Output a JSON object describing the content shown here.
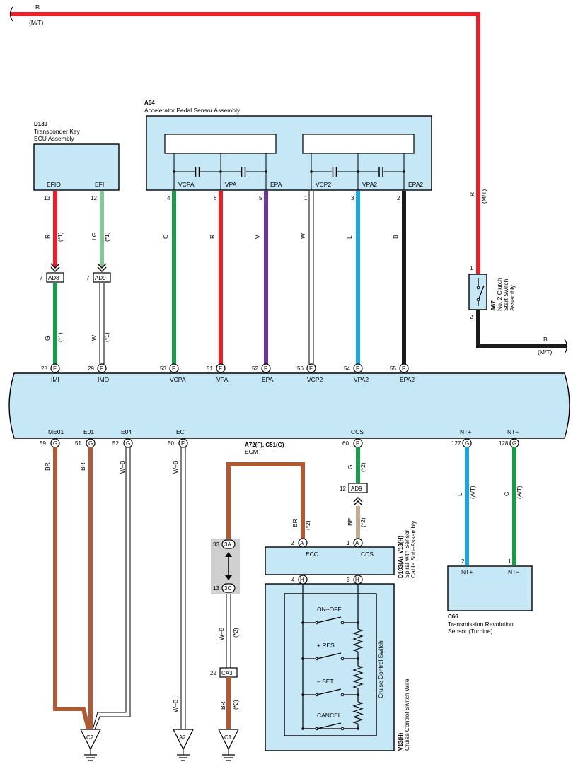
{
  "top": {
    "wire_color": "R",
    "mt_left": "(M/T)",
    "mt_right": "(M/T)"
  },
  "bottom_right": {
    "wire_color": "B",
    "mt": "(M/T)"
  },
  "d139": {
    "code": "D139",
    "name1": "Transponder Key",
    "name2": "ECU Assembly",
    "pin_efio": "EFIO",
    "pin_efii": "EFII"
  },
  "a64": {
    "code": "A64",
    "name": "Accelerator Pedal Sensor Assembly",
    "pins": [
      {
        "label": "VCPA",
        "num": "4",
        "wire": "G"
      },
      {
        "label": "VPA",
        "num": "6",
        "wire": "R"
      },
      {
        "label": "EPA",
        "num": "5",
        "wire": "V"
      },
      {
        "label": "VCP2",
        "num": "1",
        "wire": "W"
      },
      {
        "label": "VPA2",
        "num": "3",
        "wire": "L"
      },
      {
        "label": "EPA2",
        "num": "2",
        "wire": "B"
      }
    ]
  },
  "transponder_wires": {
    "efio_num": "13",
    "efio_wire": "R",
    "efio_note": "(*1)",
    "efii_num": "12",
    "efii_wire": "LG",
    "efii_note": "(*1)",
    "ad8_pin": "7",
    "ad8": "AD8",
    "ad9_pin": "7",
    "ad9": "AD9",
    "lower_left_wire": "G",
    "lower_left_note": "(*1)",
    "lower_right_wire": "W",
    "lower_right_note": "(*1)"
  },
  "a67": {
    "code": "A67",
    "name1": "No. 2 Clutch",
    "name2": "Start Switch",
    "name3": "Assembly",
    "pin1": "1",
    "pin2": "2",
    "wire": "R",
    "wire_note": "(M/T)"
  },
  "ecm": {
    "code": "A72(F), C51(G)",
    "name": "ECM",
    "top_pins": [
      {
        "num": "28",
        "conn": "F",
        "label": "IMI"
      },
      {
        "num": "29",
        "conn": "F",
        "label": "IMO"
      },
      {
        "num": "53",
        "conn": "F",
        "label": "VCPA"
      },
      {
        "num": "51",
        "conn": "F",
        "label": "VPA"
      },
      {
        "num": "52",
        "conn": "F",
        "label": "EPA"
      },
      {
        "num": "56",
        "conn": "F",
        "label": "VCP2"
      },
      {
        "num": "54",
        "conn": "F",
        "label": "VPA2"
      },
      {
        "num": "55",
        "conn": "F",
        "label": "EPA2"
      }
    ],
    "bottom_pins": [
      {
        "num": "59",
        "conn": "G",
        "label": "ME01"
      },
      {
        "num": "51",
        "conn": "G",
        "label": "E01"
      },
      {
        "num": "52",
        "conn": "G",
        "label": "E04"
      },
      {
        "num": "50",
        "conn": "F",
        "label": "EC"
      },
      {
        "num": "60",
        "conn": "F",
        "label": "CCS"
      },
      {
        "num": "127",
        "conn": "G",
        "label": "NT+"
      },
      {
        "num": "128",
        "conn": "G",
        "label": "NT−"
      }
    ]
  },
  "lower_wires": {
    "me01_wire": "BR",
    "e01_wire": "BR",
    "e04_wire": "W–B",
    "ec_wire_top": "W–B",
    "ec_wire_bottom": "W–B",
    "ccs_wire": "G",
    "ccs_note": "(*2)",
    "ad9_pin": "12",
    "ad9": "AD9",
    "be_wire": "BE",
    "be_note": "(*2)",
    "ecc_wire": "BR",
    "ecc_note": "(*2)",
    "jc_top_num": "33",
    "jc_top": "3A",
    "jc_bot_num": "13",
    "jc_bot": "3C",
    "wb_wire": "W–B",
    "wb_note": "(*2)",
    "ca3_pin": "22",
    "ca3": "CA3",
    "br_wire": "BR",
    "br_note": "(*2)"
  },
  "d103": {
    "code": "D103(A), V13(H)",
    "name1": "Spiral with Sensor",
    "name2": "Cable Sub–Assembly",
    "pin_a1": "2",
    "conn_a1": "A",
    "pin_a2": "1",
    "conn_a2": "A",
    "label_ecc": "ECC",
    "label_ccs": "CCS",
    "pin_h1": "4",
    "conn_h1": "H",
    "pin_h2": "3",
    "conn_h2": "H"
  },
  "ccsw": {
    "name": "Cruise Control Switch",
    "sw1": "ON–OFF",
    "sw2": "+ RES",
    "sw3": "– SET",
    "sw4": "CANCEL"
  },
  "v13": {
    "code": "V13(H)",
    "name": "Cruise Control Switch Wire"
  },
  "c66": {
    "code": "C66",
    "name1": "Transmission Revolution",
    "name2": "Sensor (Turbine)",
    "pin_p": "NT+",
    "pin_m": "NT−",
    "num_p": "2",
    "num_m": "1"
  },
  "nt_wires": {
    "ntp_wire": "L",
    "ntp_note": "(A/T)",
    "ntm_wire": "G",
    "ntm_note": "(A/T)"
  },
  "grounds": {
    "c2": "C2",
    "a2": "A2",
    "c1": "C1"
  }
}
